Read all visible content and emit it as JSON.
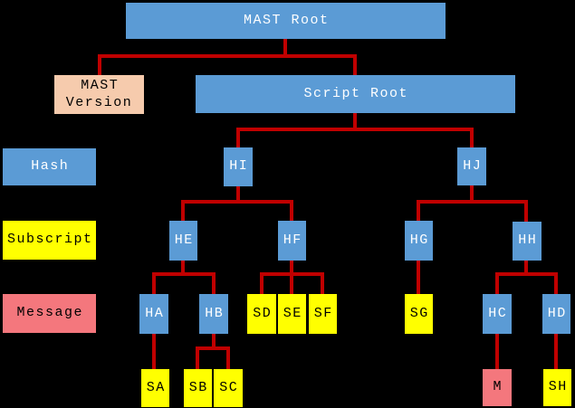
{
  "diagram": {
    "description": "MAST (Merkelized Abstract Syntax Tree) structure diagram",
    "colors": {
      "hash": "#5b9bd5",
      "subscript": "#ffff00",
      "message": "#f4777d",
      "version": "#f6cbad",
      "connector": "#c00000",
      "background": "#000000"
    },
    "legend": {
      "hash": "Hash",
      "subscript": "Subscript",
      "message": "Message"
    },
    "nodes": {
      "mast_root": "MAST Root",
      "mast_version": "MAST\nVersion",
      "script_root": "Script Root",
      "hi": "HI",
      "hj": "HJ",
      "he": "HE",
      "hf": "HF",
      "hg": "HG",
      "hh": "HH",
      "ha": "HA",
      "hb": "HB",
      "hc": "HC",
      "hd": "HD",
      "sd": "SD",
      "se": "SE",
      "sf": "SF",
      "sg": "SG",
      "sa": "SA",
      "sb": "SB",
      "sc": "SC",
      "sh": "SH",
      "m": "M"
    },
    "edges": [
      {
        "from": "MAST Root",
        "to": [
          "MAST Version",
          "Script Root"
        ]
      },
      {
        "from": "Script Root",
        "to": [
          "HI",
          "HJ"
        ]
      },
      {
        "from": "HI",
        "to": [
          "HE",
          "HF"
        ]
      },
      {
        "from": "HJ",
        "to": [
          "HG",
          "HH"
        ]
      },
      {
        "from": "HE",
        "to": [
          "HA",
          "HB"
        ]
      },
      {
        "from": "HF",
        "to": [
          "SD",
          "SE",
          "SF"
        ]
      },
      {
        "from": "HG",
        "to": [
          "SG"
        ]
      },
      {
        "from": "HH",
        "to": [
          "HC",
          "HD"
        ]
      },
      {
        "from": "HA",
        "to": [
          "SA"
        ]
      },
      {
        "from": "HB",
        "to": [
          "SB",
          "SC"
        ]
      },
      {
        "from": "HC",
        "to": [
          "M"
        ]
      },
      {
        "from": "HD",
        "to": [
          "SH"
        ]
      }
    ]
  }
}
